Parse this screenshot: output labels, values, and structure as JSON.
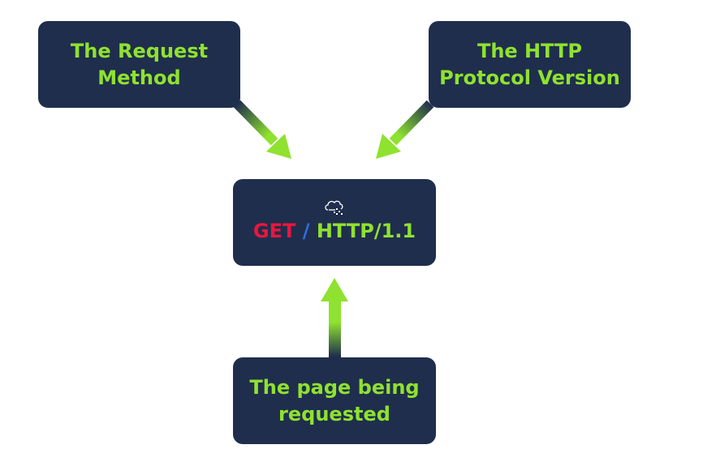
{
  "diagram": {
    "request_method_label": "The Request\nMethod",
    "protocol_version_label": "The HTTP\nProtocol Version",
    "page_label": "The page being\nrequested",
    "request_line": {
      "method": "GET",
      "path": "/",
      "protocol": "HTTP/1.1"
    },
    "icon": "cloud-network-icon"
  },
  "colors": {
    "box_background": "#1f2e4d",
    "label_green": "#8fe22f",
    "method_red": "#e8173e",
    "path_blue": "#2d6fe6"
  }
}
